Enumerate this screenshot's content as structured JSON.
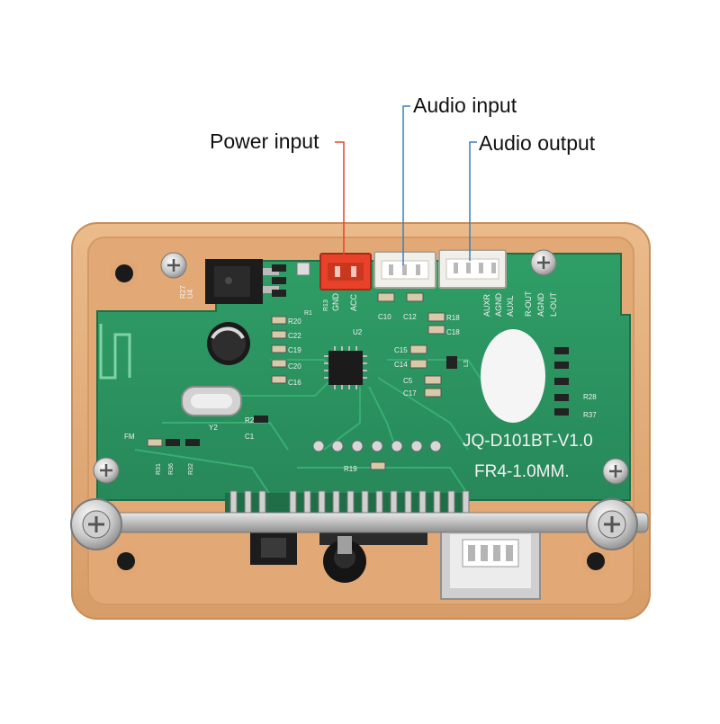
{
  "callouts": {
    "power_input": "Power input",
    "audio_input": "Audio input",
    "audio_output": "Audio output"
  },
  "board": {
    "model_marking": "JQ-D101BT-V1.0",
    "material_marking": "FR4-1.0MM.",
    "power_pins": [
      "GND",
      "ACC"
    ],
    "output_pins": [
      "AUXR",
      "AGND",
      "AUXL",
      "R-OUT",
      "AGND",
      "L-OUT"
    ],
    "component_labels": {
      "r27": "R27",
      "u4": "U4",
      "r1": "R1",
      "r13": "R13",
      "c10": "C10",
      "c12": "C12",
      "r18": "R18",
      "c18": "C18",
      "r20": "R20",
      "c22": "C22",
      "c19": "C19",
      "c20": "C20",
      "c16": "C16",
      "u2": "U2",
      "c15": "C15",
      "c14": "C14",
      "c5": "C5",
      "c17": "C17",
      "l3": "L3",
      "r28": "R28",
      "r37": "R37",
      "y2": "Y2",
      "r2": "R2",
      "c1": "C1",
      "fm": "FM",
      "r31": "R31",
      "r36": "R36",
      "r32": "R32",
      "r19": "R19"
    }
  },
  "colors": {
    "enclosure": "#e6b07f",
    "pcb": "#2e9a62",
    "power_connector": "#e8432a",
    "audio_connector": "#f1efea",
    "callout_line_power": "#e8432a",
    "callout_line_audio": "#3a7fc0"
  }
}
